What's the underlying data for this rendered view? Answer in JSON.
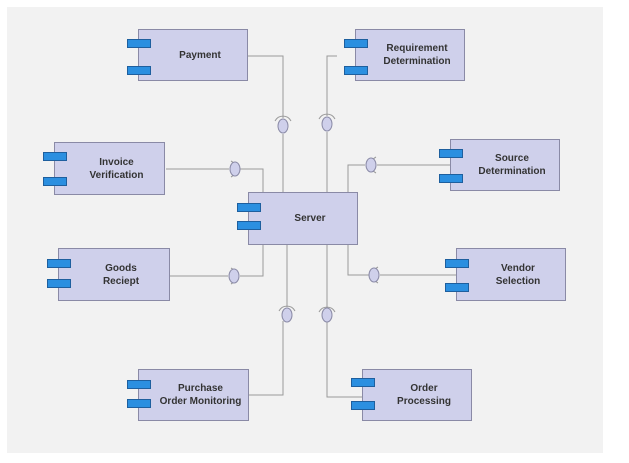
{
  "diagram": {
    "components": {
      "server": {
        "label": "Server"
      },
      "payment": {
        "label": "Payment"
      },
      "requirement": {
        "label": "Requirement\nDetermination"
      },
      "invoice": {
        "label": "Invoice\nVerification"
      },
      "source": {
        "label": "Source\nDetermination"
      },
      "goods": {
        "label": "Goods\nReciept"
      },
      "vendor": {
        "label": "Vendor\nSelection"
      },
      "purchase": {
        "label": "Purchase\nOrder Monitoring"
      },
      "order": {
        "label": "Order\nProcessing"
      }
    },
    "connections": [
      {
        "from": "payment",
        "to": "server"
      },
      {
        "from": "requirement",
        "to": "server"
      },
      {
        "from": "invoice",
        "to": "server"
      },
      {
        "from": "source",
        "to": "server"
      },
      {
        "from": "goods",
        "to": "server"
      },
      {
        "from": "vendor",
        "to": "server"
      },
      {
        "from": "purchase",
        "to": "server"
      },
      {
        "from": "order",
        "to": "server"
      }
    ]
  },
  "colors": {
    "component_fill": "#cfd0eb",
    "component_border": "#8a8aa6",
    "port_fill": "#2b8fe0",
    "background": "#f2f2f2"
  }
}
